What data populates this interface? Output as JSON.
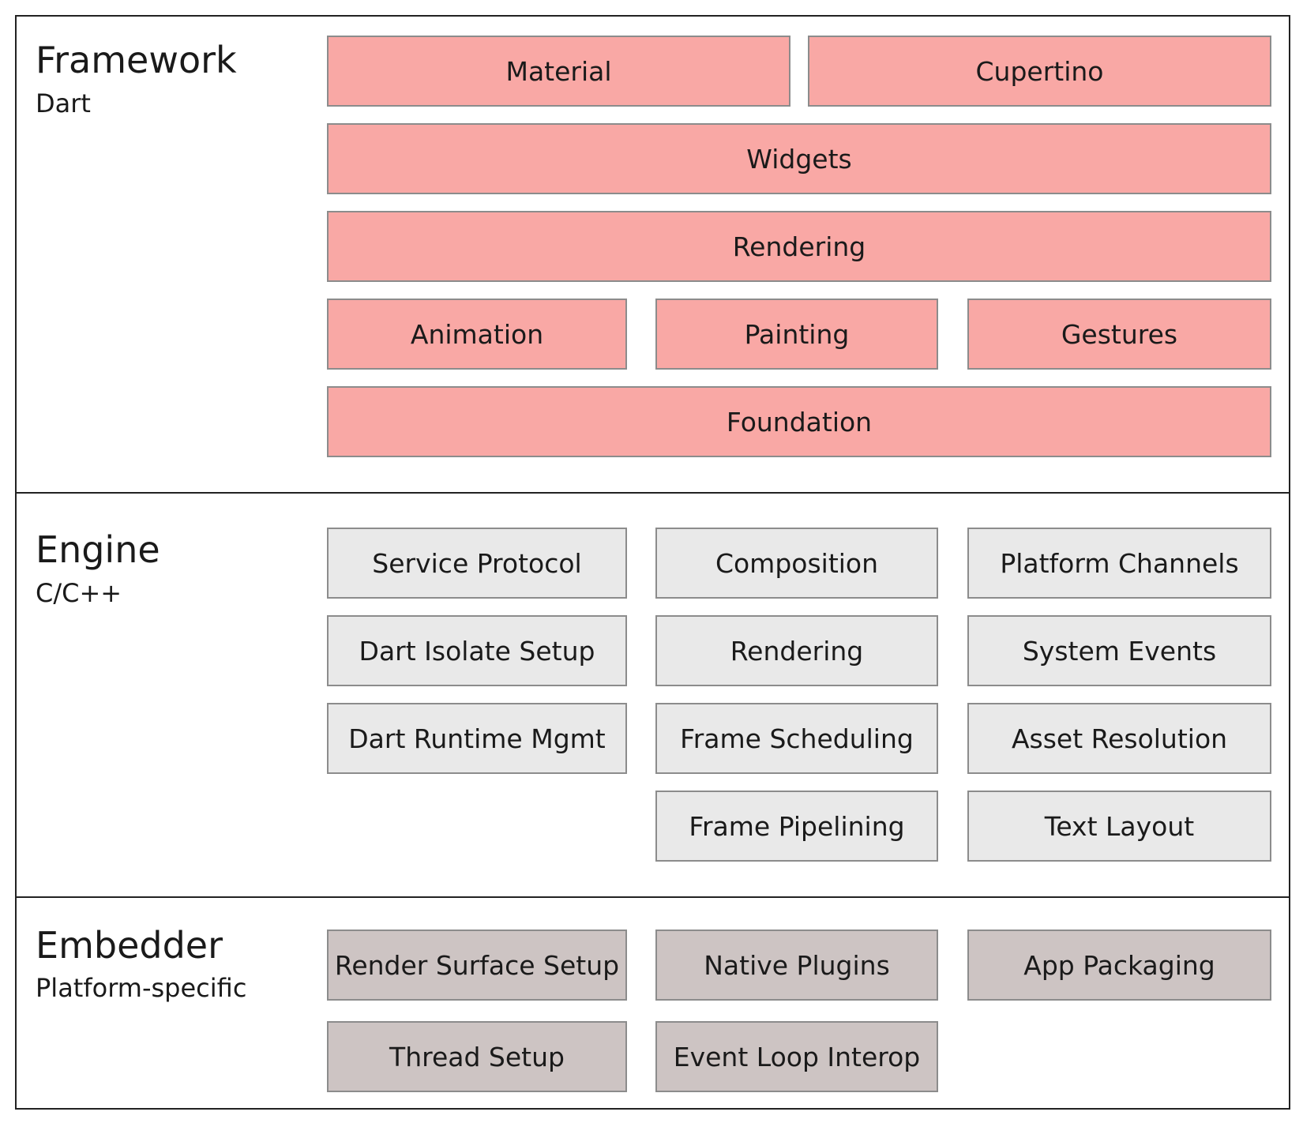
{
  "colors": {
    "framework_box": "#f9a8a5",
    "engine_box": "#e9e9e9",
    "embedder_box": "#cdc4c3",
    "border": "#222222"
  },
  "framework": {
    "title": "Framework",
    "subtitle": "Dart",
    "rows": [
      [
        "Material",
        "Cupertino"
      ],
      [
        "Widgets"
      ],
      [
        "Rendering"
      ],
      [
        "Animation",
        "Painting",
        "Gestures"
      ],
      [
        "Foundation"
      ]
    ]
  },
  "engine": {
    "title": "Engine",
    "subtitle": "C/C++",
    "columns": [
      [
        "Service Protocol",
        "Dart Isolate Setup",
        "Dart Runtime Mgmt"
      ],
      [
        "Composition",
        "Rendering",
        "Frame Scheduling",
        "Frame Pipelining"
      ],
      [
        "Platform Channels",
        "System Events",
        "Asset Resolution",
        "Text Layout"
      ]
    ]
  },
  "embedder": {
    "title": "Embedder",
    "subtitle": "Platform-specific",
    "columns": [
      [
        "Render Surface Setup",
        "Thread Setup"
      ],
      [
        "Native Plugins",
        "Event Loop Interop"
      ],
      [
        "App Packaging"
      ]
    ]
  }
}
